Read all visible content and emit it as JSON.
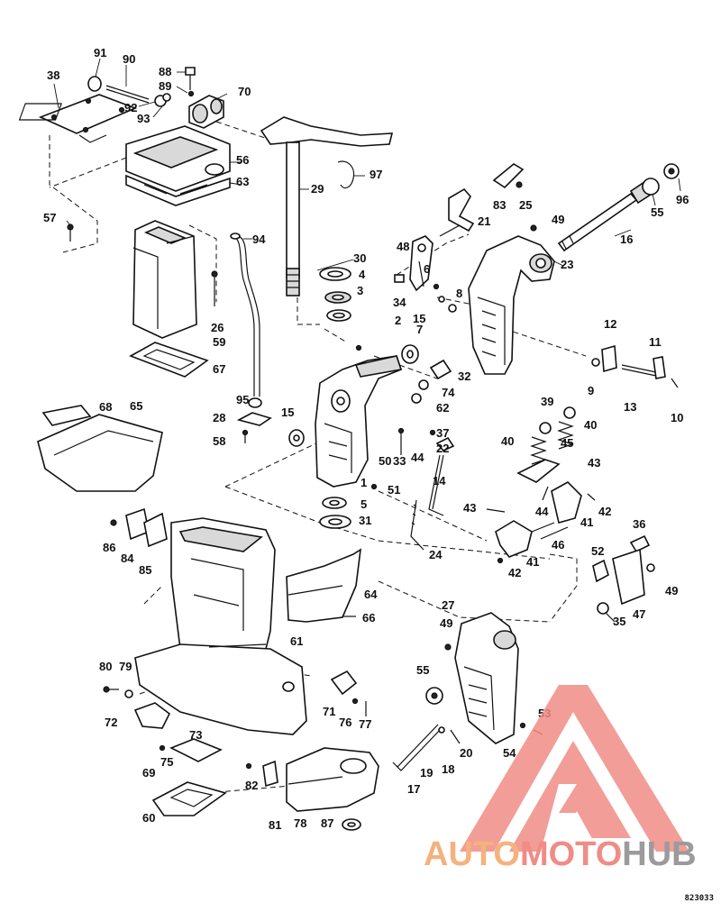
{
  "diagram": {
    "labels": [
      "91",
      "90",
      "88",
      "38",
      "89",
      "70",
      "92",
      "93",
      "56",
      "97",
      "63",
      "29",
      "96",
      "83",
      "25",
      "57",
      "21",
      "49",
      "55",
      "94",
      "16",
      "48",
      "30",
      "4",
      "6",
      "23",
      "3",
      "8",
      "34",
      "26",
      "7",
      "2",
      "15",
      "12",
      "59",
      "11",
      "67",
      "9",
      "32",
      "74",
      "13",
      "10",
      "95",
      "68",
      "65",
      "15",
      "39",
      "28",
      "62",
      "40",
      "37",
      "22",
      "40",
      "45",
      "58",
      "33",
      "44",
      "50",
      "43",
      "14",
      "1",
      "51",
      "42",
      "41",
      "5",
      "43",
      "44",
      "46",
      "31",
      "86",
      "84",
      "85",
      "24",
      "36",
      "41",
      "42",
      "52",
      "49",
      "64",
      "47",
      "35",
      "66",
      "27",
      "49",
      "61",
      "55",
      "80",
      "79",
      "53",
      "72",
      "71",
      "76",
      "77",
      "20",
      "54",
      "73",
      "75",
      "19",
      "18",
      "69",
      "17",
      "82",
      "60",
      "81",
      "78",
      "87"
    ],
    "id_code": "823033"
  },
  "watermark": {
    "brand_part1": "AUTO",
    "brand_part2": "MOTO",
    "brand_part3": "HUB",
    "color_primary": "#f08c86",
    "color_secondary": "#f4b27e",
    "color_tertiary": "#9b9b9b"
  }
}
